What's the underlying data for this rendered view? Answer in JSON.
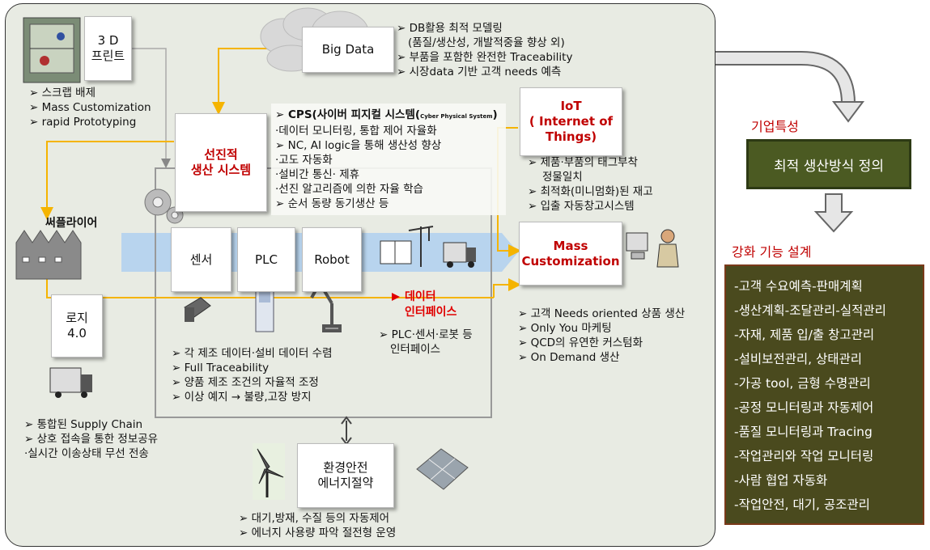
{
  "boxes": {
    "print3d": "3 D\n프린트",
    "bigdata": "Big Data",
    "iot": "IoT\n( Internet of\nThings)",
    "advanced": "선진적\n생산 시스템",
    "sensor": "센서",
    "plc": "PLC",
    "robot": "Robot",
    "mass": "Mass\nCustomization",
    "logi": "로지\n4.0",
    "env": "환경안전\n에너지절약"
  },
  "labels": {
    "supplier": "써플라이어",
    "interface": "데이터\n인터페이스",
    "corp": "기업특성",
    "definition": "최적 생산방식 정의",
    "enhance": "강화 기능 설계"
  },
  "print3d_list": [
    "스크랩 배제",
    "Mass Customization",
    "rapid Prototyping"
  ],
  "bigdata_list": [
    "DB활용 최적 모델링",
    "(품질/생산성, 개발적중율 향상 외)",
    "부품을 포함한 완전한 Traceability",
    "시장data 기반 고객 needs 예측"
  ],
  "cps": {
    "title": "CPS(사이버 피지컬 시스템(",
    "title_small": "Cyber Physical System",
    "title_end": ")",
    "lines": [
      "·데이터 모니터링, 통합 제어 자율화",
      "NC, AI logic을 통해 생산성 향상",
      "·고도 자동화",
      "·설비간 통신· 제휴",
      "·선진 알고리즘에 의한 자율 학습",
      "순서 동량 동기생산 등"
    ]
  },
  "iot_list": [
    "제품·부품의 태그부착",
    "정물일치",
    "최적화(미니멈화)된 재고",
    "입출 자동창고시스템"
  ],
  "interface_desc": [
    "PLC·센서·로봇 등",
    "인터페이스"
  ],
  "mass_list": [
    "고객 Needs oriented 상품 생산",
    "Only You 마케팅",
    "QCD의 유연한 커스텀화",
    "On Demand 생산"
  ],
  "data_list": [
    "각 제조 데이터·설비 데이터 수렴",
    "Full Traceability",
    "양품 제조 조건의 자율적 조정",
    "이상 예지 → 불량,고장 방지"
  ],
  "supply_list": [
    "통합된 Supply Chain",
    "상호 접속을 통한 정보공유",
    "·실시간 이송상태 무선 전송"
  ],
  "env_list": [
    "대기,방재, 수질 등의 자동제어",
    "에너지 사용량 파악 절전형 운영"
  ],
  "functions": [
    "-고객 수요예측-판매계획",
    "-생산계획-조달관리-실적관리",
    "-자재, 제품 입/출 창고관리",
    "-설비보전관리, 상태관리",
    "-가공 tool, 금형 수명관리",
    "-공정 모니터링과 자동제어",
    "-품질 모니터링과 Tracing",
    "-작업관리와 작업 모니터링",
    "-사람 협업 자동화",
    "-작업안전, 대기, 공조관리"
  ],
  "colors": {
    "panel": "#e8ebe3",
    "arrow": "#f5b400",
    "flow": "#b8d4ee",
    "func_bg": "#4a4a1e",
    "def_bg": "#4b5a22",
    "accent_red": "#c00000"
  }
}
